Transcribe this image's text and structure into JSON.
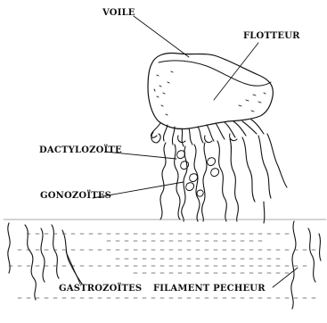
{
  "labels": {
    "voile": "VOILE",
    "flotteur": "FLOTTEUR",
    "dactylozoite": "DACTYLOZOÏTE",
    "gonozoites": "GONOZOÏTES",
    "gastrozoites": "GASTROZOÏTES",
    "filament": "FILAMENT PECHEUR"
  },
  "colors": {
    "ink": "#111111",
    "background": "#ffffff"
  }
}
